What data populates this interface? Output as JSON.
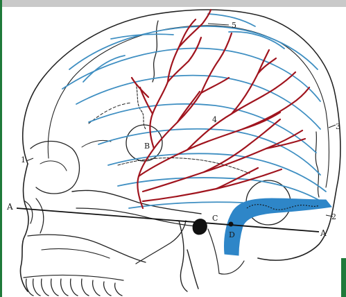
{
  "figure": {
    "colors": {
      "background": "#ffffff",
      "top_strip": "#c9c9c9",
      "skull_outline": "#222222",
      "meningeal_artery": "#a0141e",
      "landmark_lines": "#3f8fc2",
      "sinus_fill": "#2e86c8",
      "edge_green": "#1f7a3a"
    },
    "labels": {
      "line_start": "A",
      "line_end": "A",
      "point_1": "1",
      "point_2": "2",
      "point_3": "3",
      "point_4": "4",
      "point_5": "5",
      "point_B": "B",
      "point_C": "C",
      "point_D": "D"
    },
    "icons": [
      "skull-lateral-view",
      "meningeal-artery-tree",
      "transverse-sinus"
    ]
  }
}
